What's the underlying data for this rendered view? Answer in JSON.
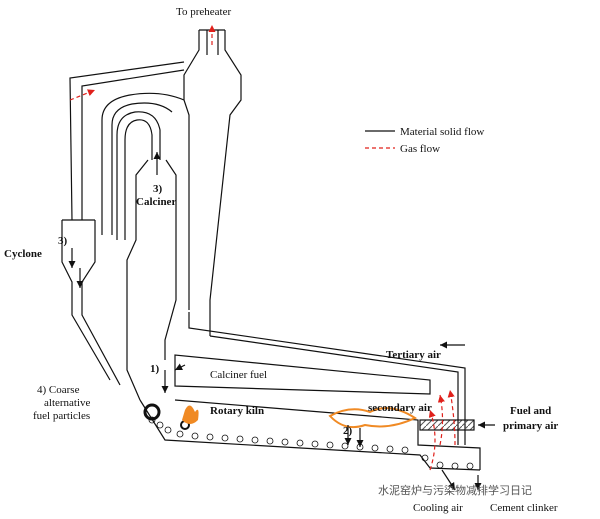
{
  "labels": {
    "to_preheater": "To preheater",
    "step3_calciner": "3)",
    "calciner": "Calciner",
    "step3_cyclone": "3)",
    "cyclone": "Cyclone",
    "step1": "1)",
    "calciner_fuel": "Calciner fuel",
    "tertiary_air": "Tertiary air",
    "step4_line1": "4) Coarse",
    "step4_line2": "alternative",
    "step4_line3": "fuel particles",
    "rotary_kiln": "Rotary kiln",
    "secondary_air": "secondary air",
    "step2": "2)",
    "fuel_primary_line1": "Fuel and",
    "fuel_primary_line2": "primary air",
    "cooling_air": "Cooling air",
    "cement_clinker": "Cement clinker"
  },
  "legend": {
    "material": "Material solid flow",
    "gas": "Gas flow"
  },
  "watermark": "水泥窑炉与污染物减排学习日记",
  "colors": {
    "line": "#111111",
    "gas": "#e0201b",
    "flame": "#f08a24",
    "burner": "#888888"
  }
}
